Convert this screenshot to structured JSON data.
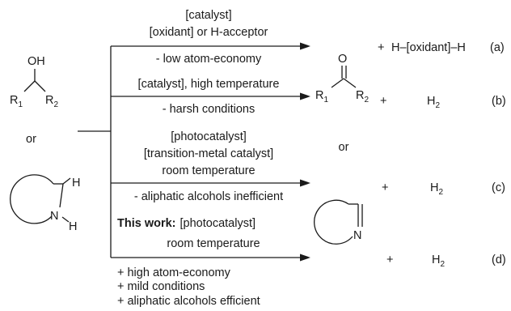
{
  "left": {
    "alcohol": {
      "oh": "OH",
      "r1": "R",
      "r1_sub": "1",
      "r2": "R",
      "r2_sub": "2"
    },
    "or": "or",
    "amine": {
      "h_top": "H",
      "n": "N",
      "h_n": "H"
    }
  },
  "middle_or": "or",
  "routes": [
    {
      "above": [
        "[catalyst]",
        "[oxidant] or H-acceptor"
      ],
      "below": [
        "- low atom-economy"
      ],
      "plus": "+",
      "byproduct": "H–[oxidant]–H",
      "tag": "(a)"
    },
    {
      "above": [
        "[catalyst], high temperature"
      ],
      "below": [
        "- harsh conditions"
      ],
      "plus": "+",
      "byproduct": "H",
      "byproduct_sub": "2",
      "tag": "(b)"
    },
    {
      "above": [
        "[photocatalyst]",
        "[transition-metal catalyst]",
        "room temperature"
      ],
      "below": [
        "- aliphatic alcohols inefficient"
      ],
      "plus": "+",
      "byproduct": "H",
      "byproduct_sub": "2",
      "tag": "(c)"
    },
    {
      "above_bold": "This work:",
      "above_rest": "[photocatalyst]",
      "above_line2": "room temperature",
      "below": [
        "+ high atom-economy",
        "+ mild conditions",
        "+ aliphatic alcohols efficient"
      ],
      "plus": "+",
      "byproduct": "H",
      "byproduct_sub": "2",
      "tag": "(d)"
    }
  ],
  "products": {
    "ketone": {
      "o": "O",
      "r1": "R",
      "r1_sub": "1",
      "r2": "R",
      "r2_sub": "2"
    },
    "imine": {
      "n": "N"
    }
  }
}
